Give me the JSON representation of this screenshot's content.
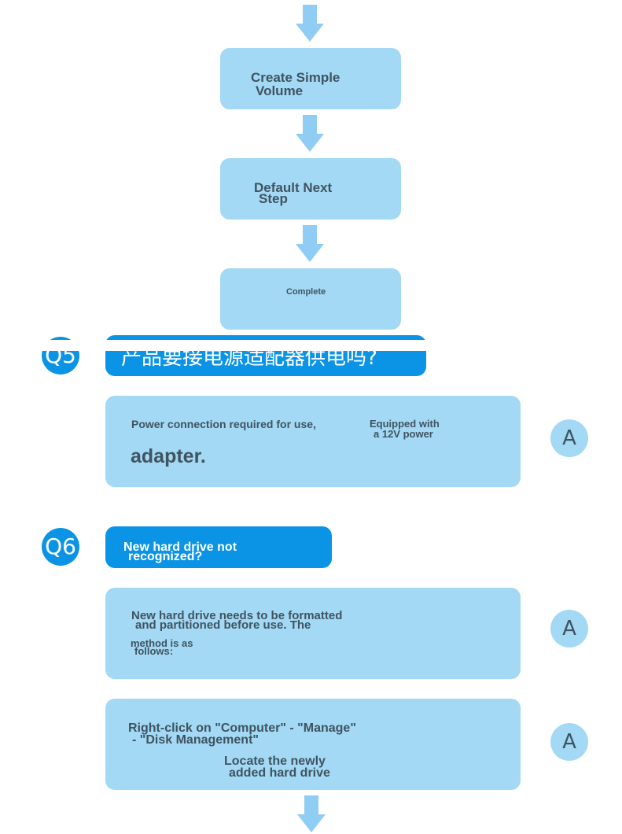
{
  "flow_steps": [
    {
      "line1": "Create Simple",
      "line2": "Volume"
    },
    {
      "line1": "Default Next",
      "line2": "Step"
    },
    {
      "line1": "Complete"
    }
  ],
  "q5": {
    "badge": "Q5",
    "question": "产品要接电源适配器供电吗?",
    "answer_badge": "A",
    "answer_line1": "Power connection required for use,",
    "answer_line1b": "Equipped with",
    "answer_line1c": "a 12V power",
    "answer_line2": "adapter."
  },
  "q6": {
    "badge": "Q6",
    "question_line1": "New hard drive not",
    "question_line2": "recognized?",
    "answer1_badge": "A",
    "answer1_line1": "New hard drive needs to be formatted",
    "answer1_line2": "and partitioned before use. The",
    "answer1_line3": "method is as",
    "answer1_line4": "follows:",
    "answer2_badge": "A",
    "answer2_line1": "Right-click on \"Computer\" - \"Manage\"",
    "answer2_line2": "- \"Disk Management\"",
    "answer2_line3": "Locate the newly",
    "answer2_line4": "added hard drive"
  },
  "colors": {
    "accent": "#0b94e6",
    "light_box": "#a3d9f5",
    "arrow": "#8fcdf4",
    "text": "#3f5360"
  }
}
